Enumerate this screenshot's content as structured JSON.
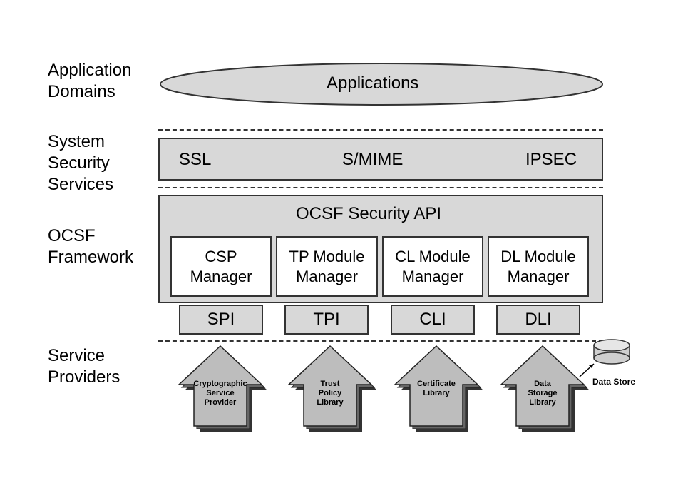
{
  "layers": {
    "application_domains": "Application\nDomains",
    "system_security_services": "System\nSecurity\nServices",
    "ocsf_framework": "OCSF\nFramework",
    "service_providers": "Service\nProviders"
  },
  "applications": "Applications",
  "security_services": [
    "SSL",
    "S/MIME",
    "IPSEC"
  ],
  "security_api": "OCSF Security API",
  "managers": [
    "CSP\nManager",
    "TP Module\nManager",
    "CL Module\nManager",
    "DL Module\nManager"
  ],
  "interfaces": [
    "SPI",
    "TPI",
    "CLI",
    "DLI"
  ],
  "providers": [
    "Cryptographic\nService\nProvider",
    "Trust\nPolicy\nLibrary",
    "Certificate\nLibrary",
    "Data\nStorage\nLibrary"
  ],
  "data_store": "Data Store"
}
